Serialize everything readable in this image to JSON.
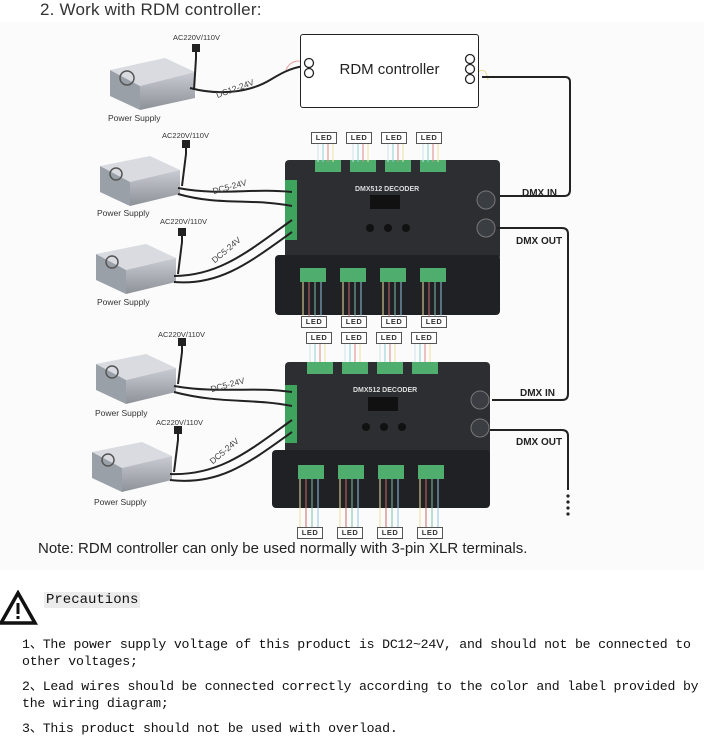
{
  "section_title": "2. Work with RDM controller:",
  "rdm_controller": {
    "label": "RDM controller"
  },
  "power_supplies": [
    {
      "label": "Power Supply",
      "ac_label": "AC220V/110V",
      "dc_label": "DC12-24V"
    },
    {
      "label": "Power Supply",
      "ac_label": "AC220V/110V",
      "dc_label": "DC5-24V"
    },
    {
      "label": "Power Supply",
      "ac_label": "AC220V/110V",
      "dc_label": "DC5-24V"
    },
    {
      "label": "Power Supply",
      "ac_label": "AC220V/110V",
      "dc_label": "DC5-24V"
    },
    {
      "label": "Power Supply",
      "ac_label": "AC220V/110V",
      "dc_label": "DC5-24V"
    }
  ],
  "decoders": [
    {
      "name": "DMX512 DECODER",
      "dmx_in": "DMX IN",
      "dmx_out": "DMX OUT",
      "top_leds": [
        "LED",
        "LED",
        "LED",
        "LED"
      ],
      "bottom_leds": [
        "LED",
        "LED",
        "LED",
        "LED"
      ]
    },
    {
      "name": "DMX512 DECODER",
      "dmx_in": "DMX IN",
      "dmx_out": "DMX OUT",
      "top_leds": [
        "LED",
        "LED",
        "LED",
        "LED"
      ],
      "bottom_leds": [
        "LED",
        "LED",
        "LED",
        "LED"
      ]
    }
  ],
  "note": "Note: RDM controller can only be used normally with 3-pin XLR terminals.",
  "precautions": {
    "icon": "warning-triangle-icon",
    "title": "Precautions",
    "lines": [
      "1、The power supply voltage of this product is DC12~24V, and should not be connected to",
      "other voltages;",
      "2、Lead wires should be connected correctly according to the color and label provided by",
      "the wiring diagram;",
      "3、This product should not be used with overload."
    ]
  }
}
